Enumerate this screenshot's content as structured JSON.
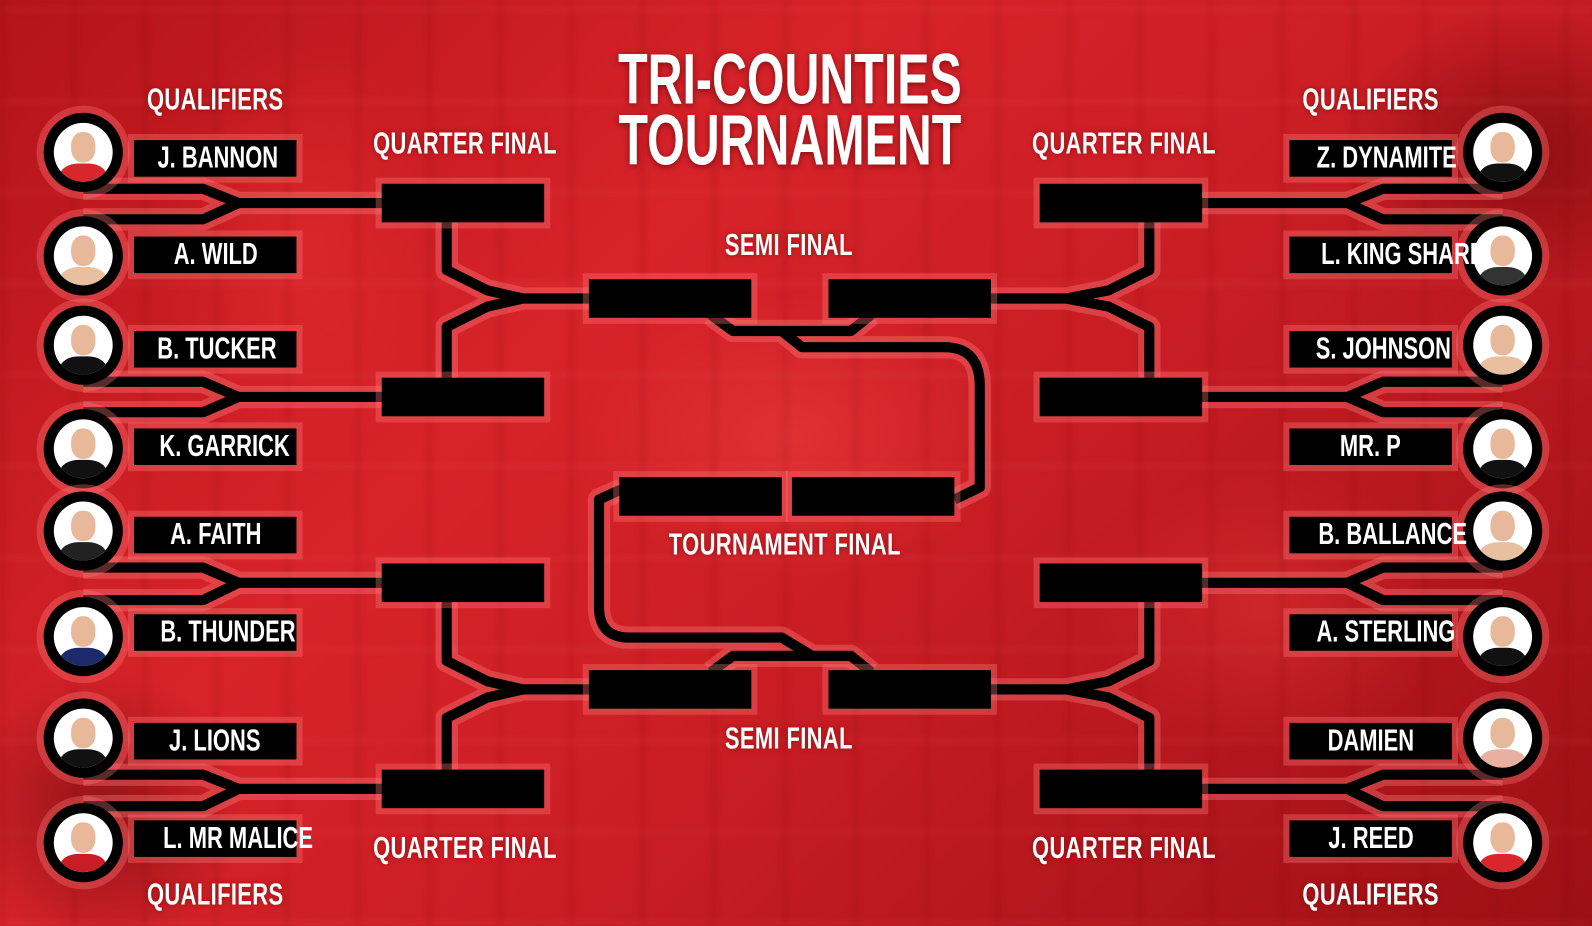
{
  "title": {
    "line1": "TRI-COUNTIES",
    "line2": "TOURNAMENT"
  },
  "labels": {
    "qualifiers": "QUALIFIERS",
    "quarter_final": "QUARTER FINAL",
    "semi_final": "SEMI FINAL",
    "tournament_final": "TOURNAMENT FINAL"
  },
  "left_qualifiers": [
    {
      "name": "J. BANNON",
      "shirt": "#d8262c"
    },
    {
      "name": "A. WILD",
      "shirt": "#e8c0a0"
    },
    {
      "name": "B. TUCKER",
      "shirt": "#111111"
    },
    {
      "name": "K. GARRICK",
      "shirt": "#111111"
    },
    {
      "name": "A. FAITH",
      "shirt": "#222222"
    },
    {
      "name": "B. THUNDER",
      "shirt": "#1a2a6a"
    },
    {
      "name": "J. LIONS",
      "shirt": "#111111"
    },
    {
      "name": "L. MR MALICE",
      "shirt": "#c81d24"
    }
  ],
  "right_qualifiers": [
    {
      "name": "Z. DYNAMITE",
      "shirt": "#111111"
    },
    {
      "name": "L. KING SHARP",
      "shirt": "#333333"
    },
    {
      "name": "S. JOHNSON",
      "shirt": "#e8c0a0"
    },
    {
      "name": "MR. P",
      "shirt": "#111111"
    },
    {
      "name": "B. BALLANCE",
      "shirt": "#e8c0a0"
    },
    {
      "name": "A. STERLING",
      "shirt": "#111111"
    },
    {
      "name": "DAMIEN",
      "shirt": "#e8b0a0"
    },
    {
      "name": "J. REED",
      "shirt": "#d8262c"
    }
  ]
}
